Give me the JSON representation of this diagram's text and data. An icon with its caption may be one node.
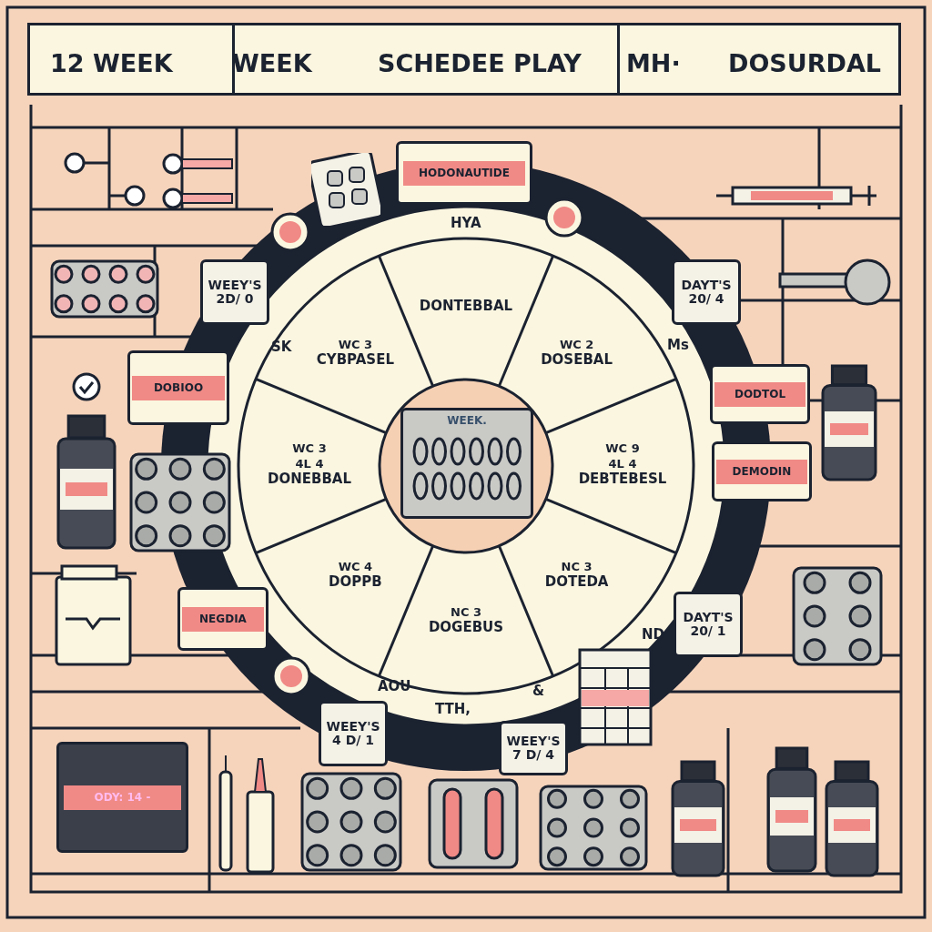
{
  "diagram": {
    "nodes": [
      {
        "text": [
          "DONTEBBAL"
        ]
      },
      {
        "text": [
          "WC 2",
          "DOSEBAL"
        ]
      },
      {
        "text": [
          "WC 9",
          "4L 4",
          "DEBTEBESL"
        ]
      },
      {
        "text": [
          "NC 3",
          "DOTEDA"
        ]
      },
      {
        "text": [
          "NC 3",
          "DOGEBUS"
        ]
      },
      {
        "text": [
          "WC 4",
          "DOPPB"
        ]
      },
      {
        "text": [
          "WC 3",
          "4L 4",
          "DONEBBAL"
        ]
      },
      {
        "text": [
          "WC 3",
          "CYBPASEL"
        ]
      },
      {
        "text": [
          "WEEK."
        ]
      }
    ],
    "labels": [
      "12 WEEK",
      "WEEK",
      "SCHEDEE PLAY",
      "MH·",
      "DOSURDAL",
      "HODONAUTIDE",
      "HYA",
      "WEEY'S 2D/ 0",
      "DAYT'S 20/ 4",
      "SK",
      "Ms",
      "DODTOL",
      "DEMODIN",
      "NEGDIA",
      "DAYT'S 20/ 1",
      "ND",
      "AOU",
      "TTH,",
      "&",
      "WEEY'S 4 D/ 1",
      "WEEY'S 7 D/ 4",
      "ODY: 14 -",
      "DOBIOO"
    ]
  }
}
